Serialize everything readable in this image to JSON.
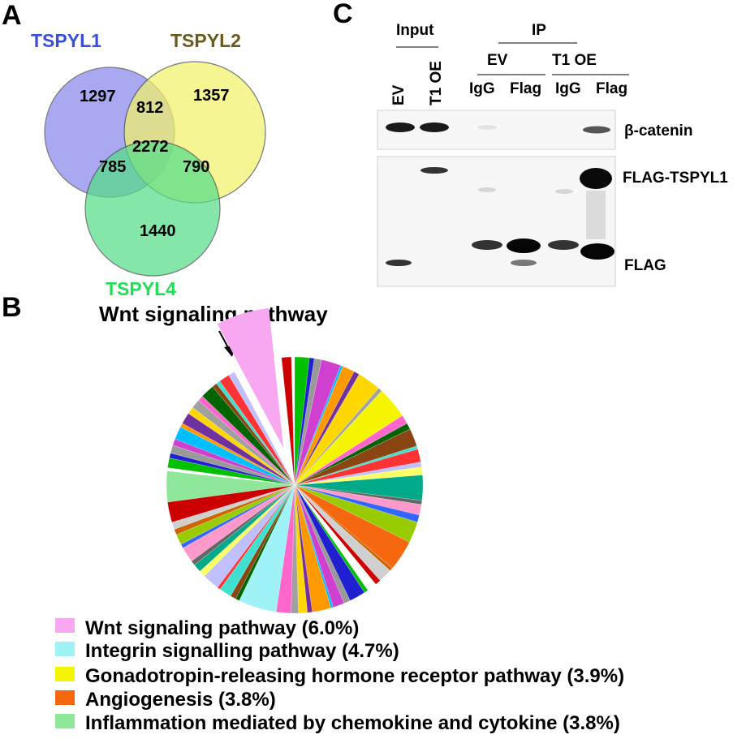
{
  "panels": {
    "a": "A",
    "b": "B",
    "c": "C"
  },
  "venn": {
    "sets": [
      {
        "name": "TSPYL1",
        "color": "#3a4fd8",
        "fill": "#8888ee"
      },
      {
        "name": "TSPYL2",
        "color": "#6b5a1e",
        "fill": "#f2f26a"
      },
      {
        "name": "TSPYL4",
        "color": "#22dd55",
        "fill": "#55dd88"
      }
    ],
    "regions": {
      "only_1": "1297",
      "only_2": "1357",
      "only_4": "1440",
      "r12": "812",
      "r14": "785",
      "r24": "790",
      "r124": "2272"
    }
  },
  "blot": {
    "input_label": "Input",
    "ip_label": "IP",
    "group_ev": "EV",
    "group_t1oe": "T1 OE",
    "lanes": {
      "ev": "EV",
      "t1oe": "T1 OE",
      "igg1": "IgG",
      "flag1": "Flag",
      "igg2": "IgG",
      "flag2": "Flag"
    },
    "proteins": {
      "catenin": "β-catenin",
      "flag_tspyl1": "FLAG-TSPYL1",
      "flag": "FLAG"
    }
  },
  "chart_data": {
    "type": "pie",
    "title": "Wnt signaling pathway",
    "exploded_slice": "Wnt signaling pathway",
    "legend": [
      {
        "label": "Wnt signaling pathway (6.0%)",
        "value": 6.0,
        "color": "#f7a8f0"
      },
      {
        "label": "Integrin signalling pathway (4.7%)",
        "value": 4.7,
        "color": "#9ff2f5"
      },
      {
        "label": "Gonadotropin-releasing hormone receptor pathway (3.9%)",
        "value": 3.9,
        "color": "#f5f500"
      },
      {
        "label": "Angiogenesis (3.8%)",
        "value": 3.8,
        "color": "#f5680f"
      },
      {
        "label": "Inflammation mediated by chemokine and cytokine (3.8%)",
        "value": 3.8,
        "color": "#8fe89a"
      }
    ],
    "other_slice_values": [
      1.2,
      0.4,
      1.8,
      0.6,
      0.9,
      2.4,
      0.3,
      1.5,
      0.7,
      2.9,
      0.5,
      1.1,
      0.8,
      2.2,
      0.4,
      1.6,
      0.6,
      1.0,
      3.1,
      0.5,
      1.3,
      0.9,
      2.6,
      0.4,
      1.7,
      0.7,
      1.2,
      0.5,
      2.0,
      0.8,
      1.4,
      0.3,
      2.3,
      0.6,
      1.1,
      0.9,
      1.8,
      0.5,
      0.7,
      1.5,
      0.4,
      2.1,
      0.8,
      1.0,
      0.6,
      1.9,
      0.5,
      1.3,
      0.7,
      0.9,
      2.5,
      0.4,
      1.2,
      0.6,
      1.0,
      0.8,
      1.6,
      0.5,
      1.4,
      0.9,
      1.1,
      0.7,
      1.7,
      0.6,
      0.5,
      1.3,
      0.8
    ],
    "other_colors": [
      "#cc0000",
      "#ffffff",
      "#00c000",
      "#2020d0",
      "#999999",
      "#d040d0",
      "#00bfff",
      "#ff9900",
      "#7030a0",
      "#ffd700",
      "#a0a0a0",
      "#ff66cc",
      "#006400",
      "#8b4513",
      "#40e0d0",
      "#ff3333",
      "#c0c0ff",
      "#ffff66",
      "#00aa88",
      "#666666",
      "#ff99cc",
      "#3366ff",
      "#99cc00",
      "#cc6600",
      "#d0d0d0"
    ]
  }
}
